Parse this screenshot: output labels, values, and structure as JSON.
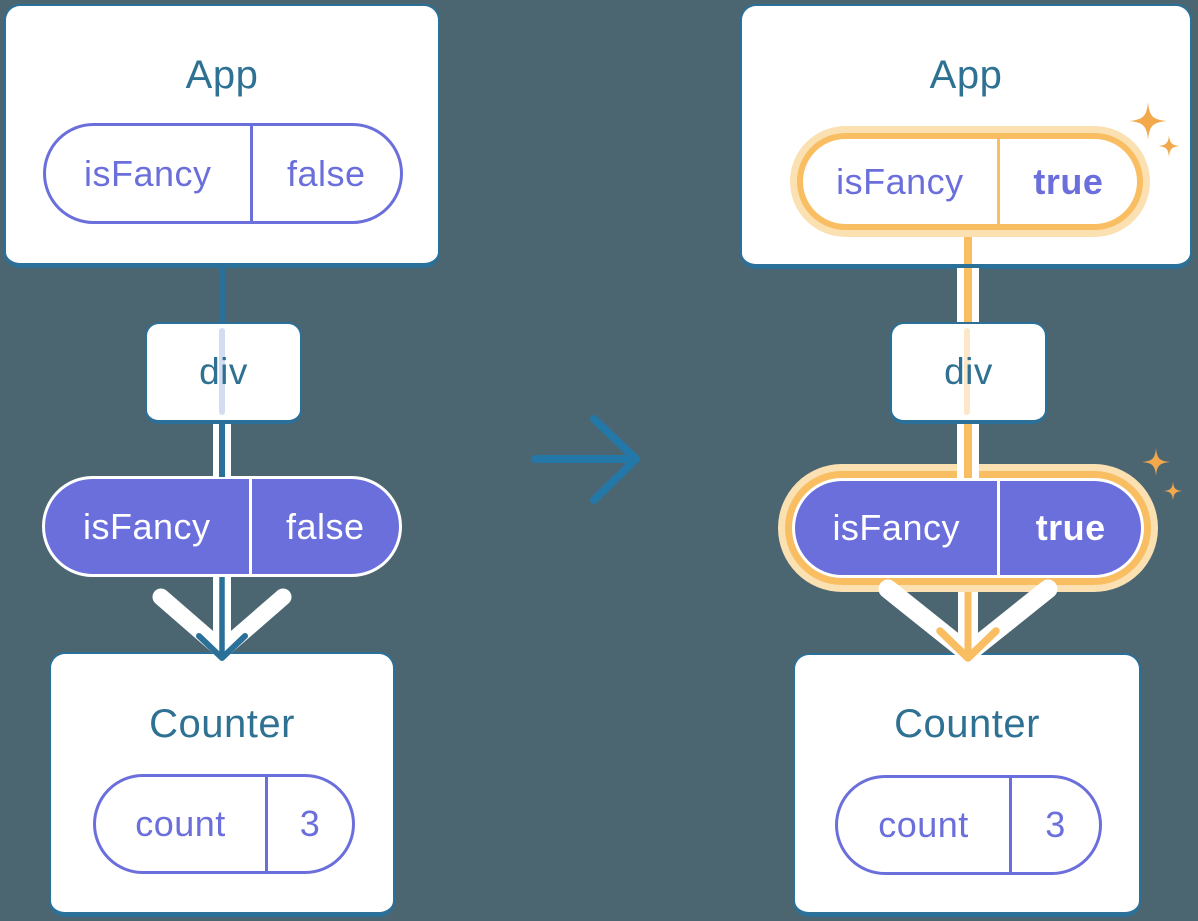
{
  "diagram": {
    "description": "React props flow diagram, before and after isFancy changes",
    "before": {
      "app": {
        "title": "App",
        "prop_name": "isFancy",
        "prop_value": "false"
      },
      "div_label": "div",
      "passed_prop_name": "isFancy",
      "passed_prop_value": "false",
      "counter": {
        "title": "Counter",
        "state_name": "count",
        "state_value": "3"
      }
    },
    "after": {
      "app": {
        "title": "App",
        "prop_name": "isFancy",
        "prop_value": "true"
      },
      "div_label": "div",
      "passed_prop_name": "isFancy",
      "passed_prop_value": "true",
      "counter": {
        "title": "Counter",
        "state_name": "count",
        "state_value": "3"
      }
    },
    "icons": {
      "transition_arrow": "right-arrow-icon",
      "sparkles": "sparkle-icon",
      "flow_arrow": "down-arrow-icon"
    }
  },
  "colors": {
    "background": "#4C6671",
    "card_border": "#2B7098",
    "title_text": "#2E7193",
    "purple": "#6B6FDB",
    "lavender_line": "#D3DDF2",
    "orange": "#F9BD62",
    "orange_glow": "#FBE0B1",
    "orange_cream": "#FCE8C8",
    "sparkle_orange": "#F2A94D",
    "transition_arrow": "#2478A8",
    "white": "#FFFFFF"
  }
}
